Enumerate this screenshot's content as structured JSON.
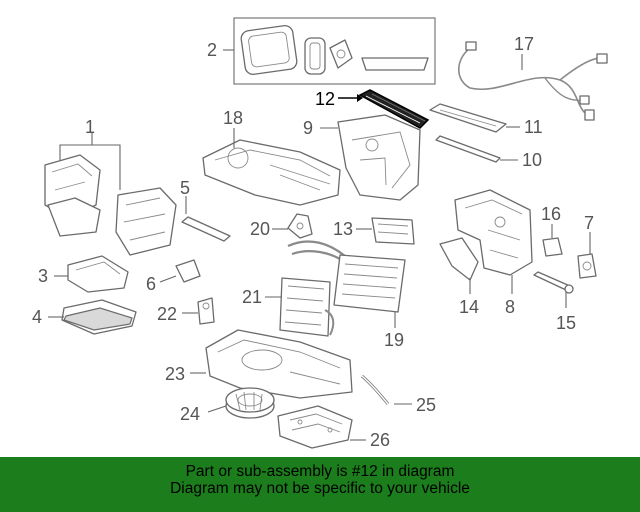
{
  "callouts": {
    "c1": "1",
    "c2": "2",
    "c3": "3",
    "c4": "4",
    "c5": "5",
    "c6": "6",
    "c7": "7",
    "c8": "8",
    "c9": "9",
    "c10": "10",
    "c11": "11",
    "c12": "12",
    "c13": "13",
    "c14": "14",
    "c15": "15",
    "c16": "16",
    "c17": "17",
    "c18": "18",
    "c19": "19",
    "c20": "20",
    "c21": "21",
    "c22": "22",
    "c23": "23",
    "c24": "24",
    "c25": "25",
    "c26": "26"
  },
  "highlighted_part": "12",
  "colors": {
    "banner": "#1b7d1b",
    "highlight": "#000000",
    "linework": "#6b6b6b"
  },
  "footer": {
    "line1": "Part or sub-assembly is #12 in diagram",
    "line2": "Diagram may not be specific to your vehicle"
  }
}
